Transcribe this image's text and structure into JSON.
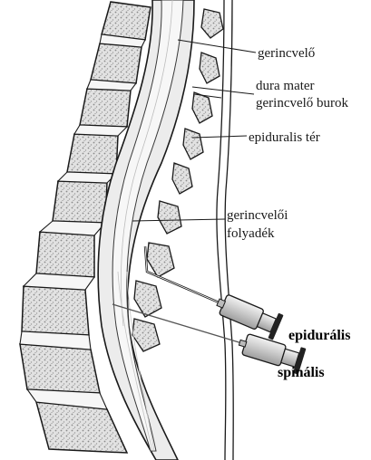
{
  "labels": {
    "spinal_cord": "gerincvelő",
    "dura_line1": "dura mater",
    "dura_line2": "gerincvelő burok",
    "epidural_space": "epiduralis tér",
    "csf_line1": "gerincvelői",
    "csf_line2": "folyadék",
    "epidural_needle": "epidurális",
    "spinal_needle": "spinális"
  },
  "colors": {
    "outline": "#1a1a1a",
    "bone_fill": "#dcdcdc",
    "cord_fill": "#f4f4f4",
    "csf_fill": "#ececec",
    "syringe_fill": "#d8d8d8"
  }
}
